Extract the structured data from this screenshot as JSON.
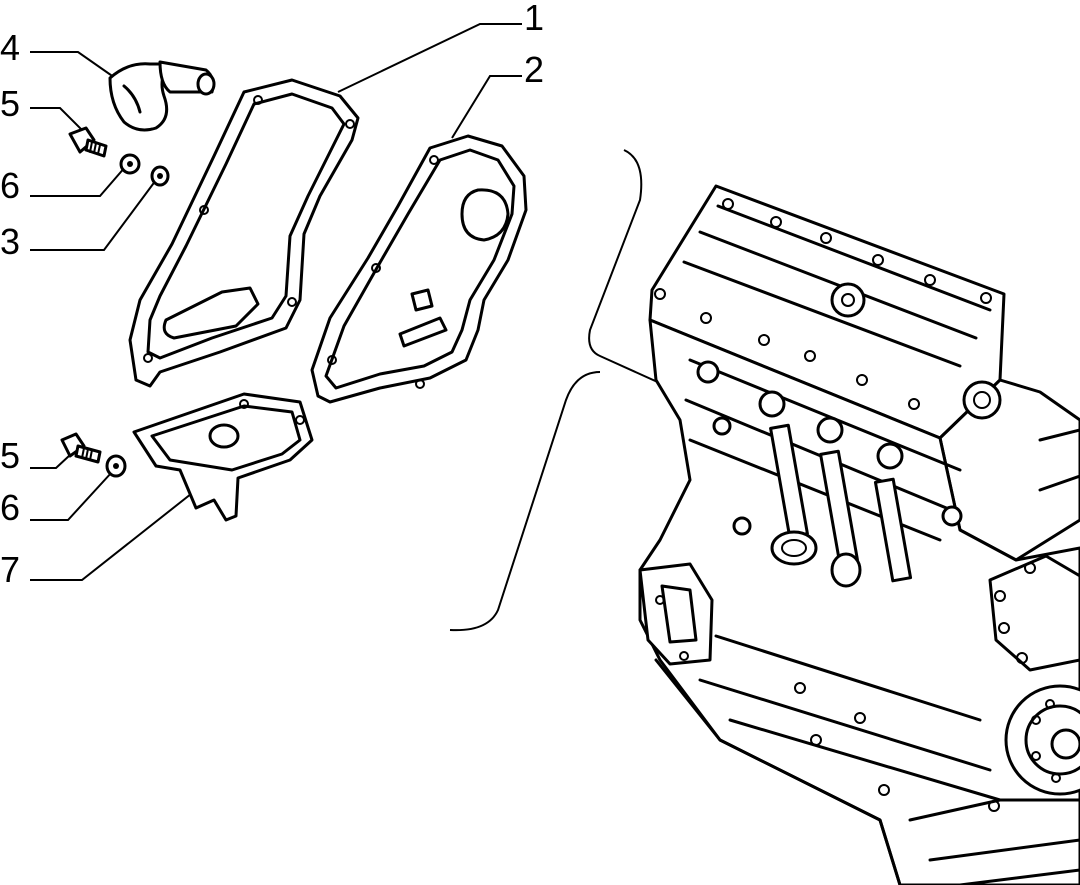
{
  "callouts": {
    "c1": "1",
    "c2": "2",
    "c3": "3",
    "c4": "4",
    "c5a": "5",
    "c5b": "5",
    "c6a": "6",
    "c6b": "6",
    "c7": "7"
  }
}
